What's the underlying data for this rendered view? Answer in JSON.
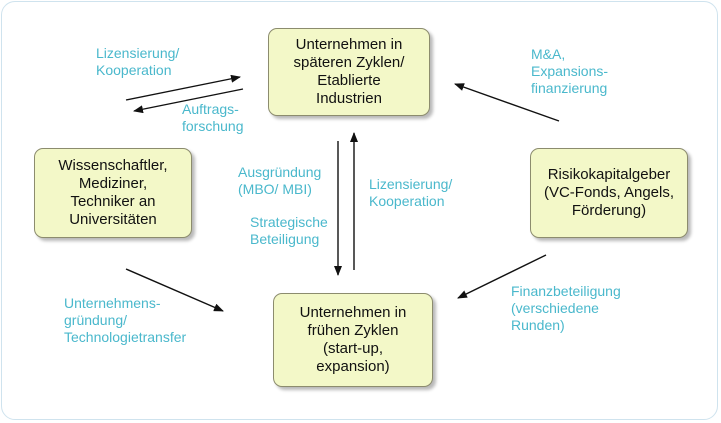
{
  "colors": {
    "node_fill": "#f3f8c8",
    "node_border": "#8c8c6e",
    "label_text": "#4ab8cc",
    "arrow": "#111111",
    "frame_border": "#cfe3ee"
  },
  "nodes": {
    "late_stage": "Unternehmen in\nspäteren Zyklen/\nEtablierte\nIndustrien",
    "scientists": "Wissenschaftler,\nMediziner,\nTechniker an\nUniversitäten",
    "vc": "Risikokapitalgeber\n(VC-Fonds, Angels,\nFörderung)",
    "early_stage": "Unternehmen in\nfrühen Zyklen\n(start-up,\nexpansion)"
  },
  "labels": {
    "licensing_top": "Lizensierung/\nKooperation",
    "contract_research": "Auftrags-\nforschung",
    "ma": "M&A,\nExpansions-\nfinanzierung",
    "spin_off": "Ausgründung\n(MBO/ MBI)",
    "strategic": "Strategische\nBeteiligung",
    "licensing_mid": "Lizensierung/\nKooperation",
    "founding": "Unternehmens-\ngründung/\nTechnologietransfer",
    "financing": "Finanzbeteiligung\n(verschiedene\nRunden)"
  }
}
